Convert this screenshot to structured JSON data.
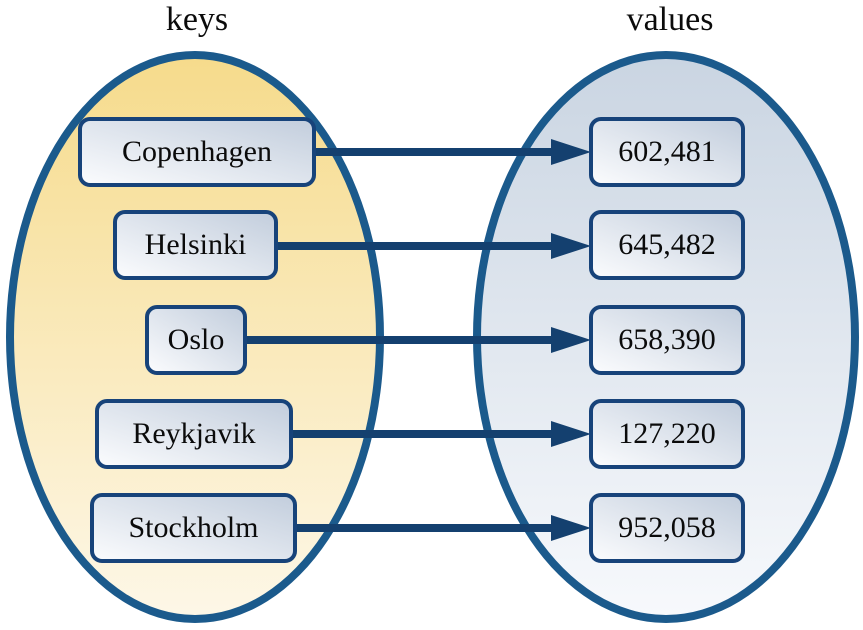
{
  "diagram": {
    "left_set_label": "keys",
    "right_set_label": "values",
    "entries": [
      {
        "key": "Copenhagen",
        "value": "602,481"
      },
      {
        "key": "Helsinki",
        "value": "645,482"
      },
      {
        "key": "Oslo",
        "value": "658,390"
      },
      {
        "key": "Reykjavik",
        "value": "127,220"
      },
      {
        "key": "Stockholm",
        "value": "952,058"
      }
    ],
    "colors": {
      "ellipse_border": "#1b5a8c",
      "box_border": "#17437a",
      "arrow": "#14406f",
      "keys_fill_top": "#f6db8c",
      "keys_fill_bottom": "#fdf7e7",
      "values_fill_top": "#cad5e2",
      "values_fill_bottom": "#f7f9fc",
      "box_fill_light": "#fafbfd",
      "box_fill_dark": "#c3cedd"
    }
  }
}
